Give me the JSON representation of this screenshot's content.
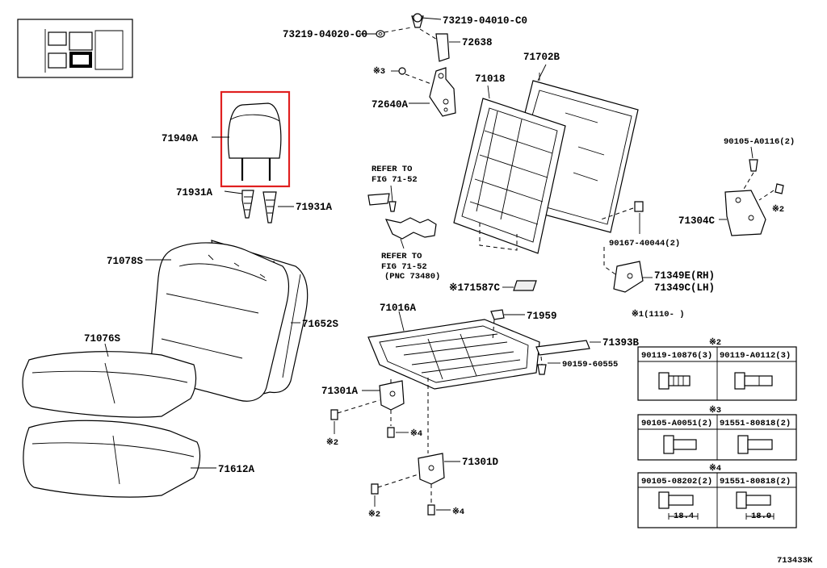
{
  "labels": {
    "p73219_04010": "73219-04010-C0",
    "p73219_04020": "73219-04020-C0",
    "p72638": "72638",
    "p71702B": "71702B",
    "p71018": "71018",
    "ref3_a": "※3",
    "p72640A": "72640A",
    "p71940A": "71940A",
    "p90105_A0116": "90105-A0116(2)",
    "p71931A_left": "71931A",
    "p71931A_right": "71931A",
    "refer1_line1": "REFER TO",
    "refer1_line2": "FIG 71-52",
    "p71304C": "71304C",
    "ref2_a": "※2",
    "refer2_line1": "REFER TO",
    "refer2_line2": "FIG 71-52",
    "refer2_line3": "(PNC 73480)",
    "p90167_40044": "90167-40044(2)",
    "p71078S": "71078S",
    "p71349E": "71349E(RH)",
    "p71349C": "71349C(LH)",
    "p71587C": "※171587C",
    "p71016A": "71016A",
    "p71959": "71959",
    "ref1_range": "※1(1110-     )",
    "p71652S": "71652S",
    "p71076S": "71076S",
    "p71393B": "71393B",
    "p90159_60555": "90159-60555",
    "p71301A": "71301A",
    "ref2_b": "※2",
    "ref4_a": "※4",
    "p71301D": "71301D",
    "p71612A": "71612A",
    "ref2_c": "※2",
    "ref4_b": "※4",
    "drawing_code": "713433K"
  },
  "tables": [
    {
      "title": "※2",
      "cols": [
        "90119-10876(3)",
        "90119-A0112(3)"
      ],
      "dims": []
    },
    {
      "title": "※3",
      "cols": [
        "90105-A0051(2)",
        "91551-80818(2)"
      ],
      "dims": []
    },
    {
      "title": "※4",
      "cols": [
        "90105-08202(2)",
        "91551-80818(2)"
      ],
      "dims": [
        "18.4",
        "18.0"
      ]
    }
  ],
  "colors": {
    "highlight": "#e02020",
    "line": "#000000",
    "background": "#ffffff"
  },
  "icons": {
    "thumbnail": "seat-location-thumbnail-icon"
  }
}
